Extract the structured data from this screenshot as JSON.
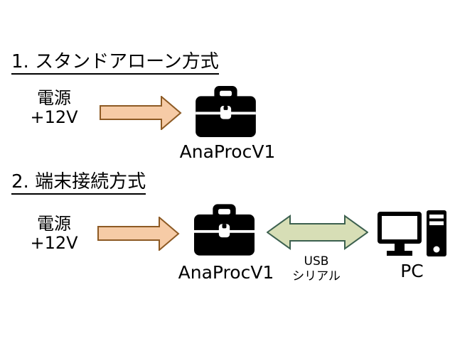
{
  "colors": {
    "background": "#ffffff",
    "text": "#000000",
    "icon": "#000000",
    "power_arrow_fill": "#f6cba6",
    "power_arrow_border": "#8d5a24",
    "usb_arrow_fill": "#d7deb6",
    "usb_arrow_border": "#3c604f"
  },
  "icons": {
    "device": "briefcase-icon",
    "power_flow": "right-arrow-icon",
    "usb_link": "double-headed-arrow-icon",
    "computer": "desktop-pc-icon"
  },
  "sections": [
    {
      "heading": "1. スタンドアローン方式",
      "power_line1": "電源",
      "power_line2": "+12V",
      "device_label": "AnaProcV1"
    },
    {
      "heading": "2. 端末接続方式",
      "power_line1": "電源",
      "power_line2": "+12V",
      "device_label": "AnaProcV1",
      "link_line1": "USB",
      "link_line2": "シリアル",
      "pc_label": "PC"
    }
  ]
}
